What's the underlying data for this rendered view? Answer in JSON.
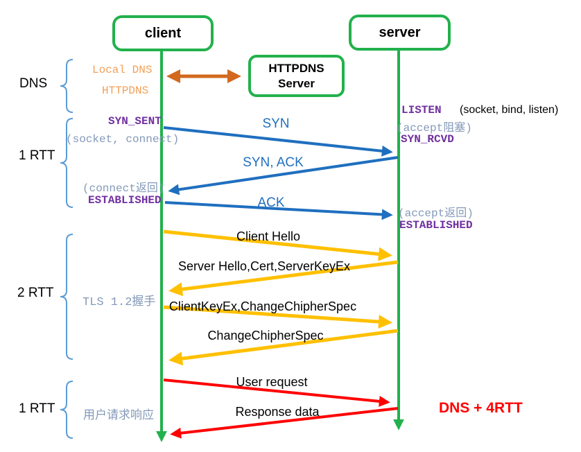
{
  "actors": {
    "client": "client",
    "server": "server",
    "httpdns_server": {
      "line1": "HTTPDNS",
      "line2": "Server"
    }
  },
  "sections": {
    "dns": {
      "label": "DNS",
      "client_annotations": {
        "local_dns": "Local DNS",
        "httpdns": "HTTPDNS"
      }
    },
    "tcp": {
      "label": "1 RTT",
      "client_states": {
        "syn_sent": "SYN_SENT",
        "socket_connect": "(socket, connect)",
        "connect_return": "(connect返回)",
        "established": "ESTABLISHED"
      },
      "server_states": {
        "listen": "LISTEN",
        "socket_bind_listen": "(socket, bind, listen)",
        "accept_block": "(accept阻塞)",
        "syn_rcvd": "SYN_RCVD",
        "accept_return": "(accept返回)",
        "established": "ESTABLISHED"
      },
      "messages": {
        "syn": "SYN",
        "syn_ack": "SYN, ACK",
        "ack": "ACK"
      }
    },
    "tls": {
      "label": "2 RTT",
      "annotation": "TLS 1.2握手",
      "messages": {
        "client_hello": "Client Hello",
        "server_hello": "Server Hello,Cert,ServerKeyEx",
        "client_keyex": "ClientKeyEx,ChangeChipherSpec",
        "change_cipher": "ChangeChipherSpec"
      }
    },
    "http": {
      "label": "1 RTT",
      "annotation": "用户请求响应",
      "messages": {
        "user_request": "User request",
        "response_data": "Response data"
      }
    }
  },
  "summary": {
    "label": "DNS + 4RTT"
  },
  "colors": {
    "lifeline_green": "#22B14C",
    "tcp_blue": "#1F6FBF",
    "tls_yellow": "#FFC000",
    "http_red": "#FF0000",
    "dns_orange_arrow": "#D2691E",
    "dns_orange_text": "#F2A059",
    "state_purple": "#7030A0",
    "annotation_gray": "#8499B9",
    "brace_blue": "#5B9BD5"
  }
}
